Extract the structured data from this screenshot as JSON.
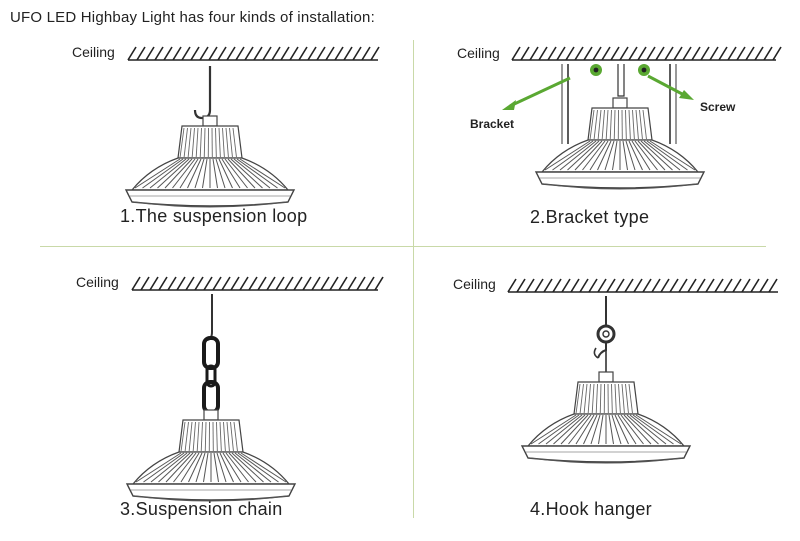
{
  "title": "UFO LED Highbay Light has four kinds of installation:",
  "panels": [
    {
      "ceiling_label": "Ceiling",
      "caption": "1.The suspension loop"
    },
    {
      "ceiling_label": "Ceiling",
      "caption": "2.Bracket type",
      "callouts": {
        "bracket": "Bracket",
        "screw": "Screw"
      }
    },
    {
      "ceiling_label": "Ceiling",
      "caption": "3.Suspension chain"
    },
    {
      "ceiling_label": "Ceiling",
      "caption": "4.Hook hanger"
    }
  ],
  "colors": {
    "arrow": "#5aa832",
    "divider": "#c9d9a8",
    "line": "#333333"
  },
  "icons": [
    "ufo-highbay-lamp-icon",
    "suspension-loop-icon",
    "bracket-icon",
    "screw-icon",
    "chain-icon",
    "hook-hanger-icon"
  ]
}
